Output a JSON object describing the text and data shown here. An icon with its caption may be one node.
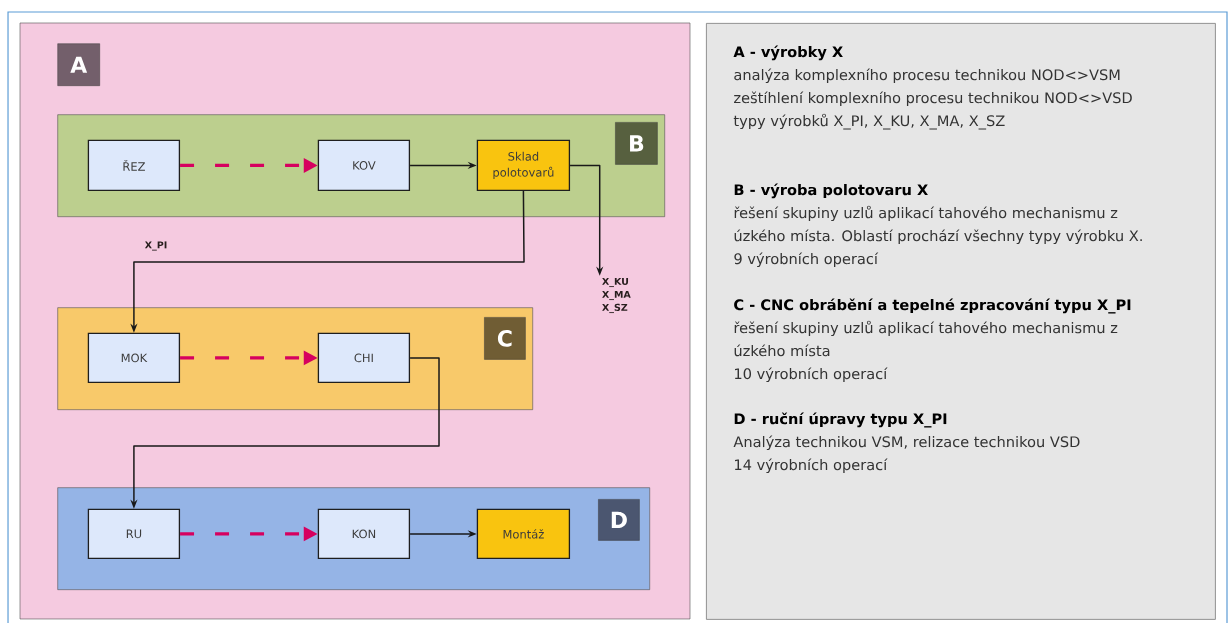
{
  "diagram": {
    "nodes": [
      {
        "text": [
          "A"
        ]
      },
      {
        "text": [
          "B"
        ],
        "in": 0
      },
      {
        "text": [
          "ŘEZ"
        ],
        "in": 1
      },
      {
        "text": [
          "KOV"
        ],
        "in": 1
      },
      {
        "text": [
          "Sklad polotovarů"
        ],
        "in": 1
      },
      {
        "text": [
          "C"
        ],
        "in": 0
      },
      {
        "text": [
          "MOK"
        ],
        "in": 5
      },
      {
        "text": [
          "CHI"
        ],
        "in": 5
      },
      {
        "text": [
          "D"
        ],
        "in": 0
      },
      {
        "text": [
          "RU"
        ],
        "in": 8
      },
      {
        "text": [
          "KON"
        ],
        "in": 8
      },
      {
        "text": [
          "Montáž"
        ],
        "in": 8
      },
      {
        "text": [
          "X_KU X_MA X_SZ"
        ],
        "in": 0
      },
      {
        "text": [
          "A - výrobky X",
          "analýza komplexního procesu technikou NOD<>VSM",
          "zeštíhlení komplexního procesu technikou NOD<>VSD",
          "typy výrobků X_PI, X_KU, X_MA, X_SZ",
          "B - výroba polotovaru X",
          "řešení skupiny uzlů aplikací tahového mechanismu z úzkého místa. Oblastí prochází všechny typy výrobku X.",
          "9 výrobních operací",
          "C - CNC obrábění a tepelné zpracování typu X_PI",
          "řešení skupiny uzlů aplikací tahového mechanismu z úzkého místa",
          "10 výrobních operací",
          "D - ruční úpravy typu X_PI",
          "Analýza technikou VSM, relizace technikou VSD",
          "14 výrobních operací"
        ]
      }
    ],
    "edges": [
      {
        "from": 2,
        "to": 3,
        "arrow": "to",
        "style": "dashed",
        "color": "#d6005f"
      },
      {
        "from": 3,
        "to": 4,
        "arrow": "to"
      },
      {
        "from": 4,
        "to": 6,
        "arrow": "to",
        "label": "X_PI"
      },
      {
        "from": 4,
        "to": 12,
        "arrow": "to"
      },
      {
        "from": 6,
        "to": 7,
        "arrow": "to",
        "style": "dashed",
        "color": "#d6005f"
      },
      {
        "from": 7,
        "to": 9,
        "arrow": "to"
      },
      {
        "from": 9,
        "to": 10,
        "arrow": "to",
        "style": "dashed",
        "color": "#d6005f"
      },
      {
        "from": 10,
        "to": 11,
        "arrow": "to"
      }
    ]
  }
}
